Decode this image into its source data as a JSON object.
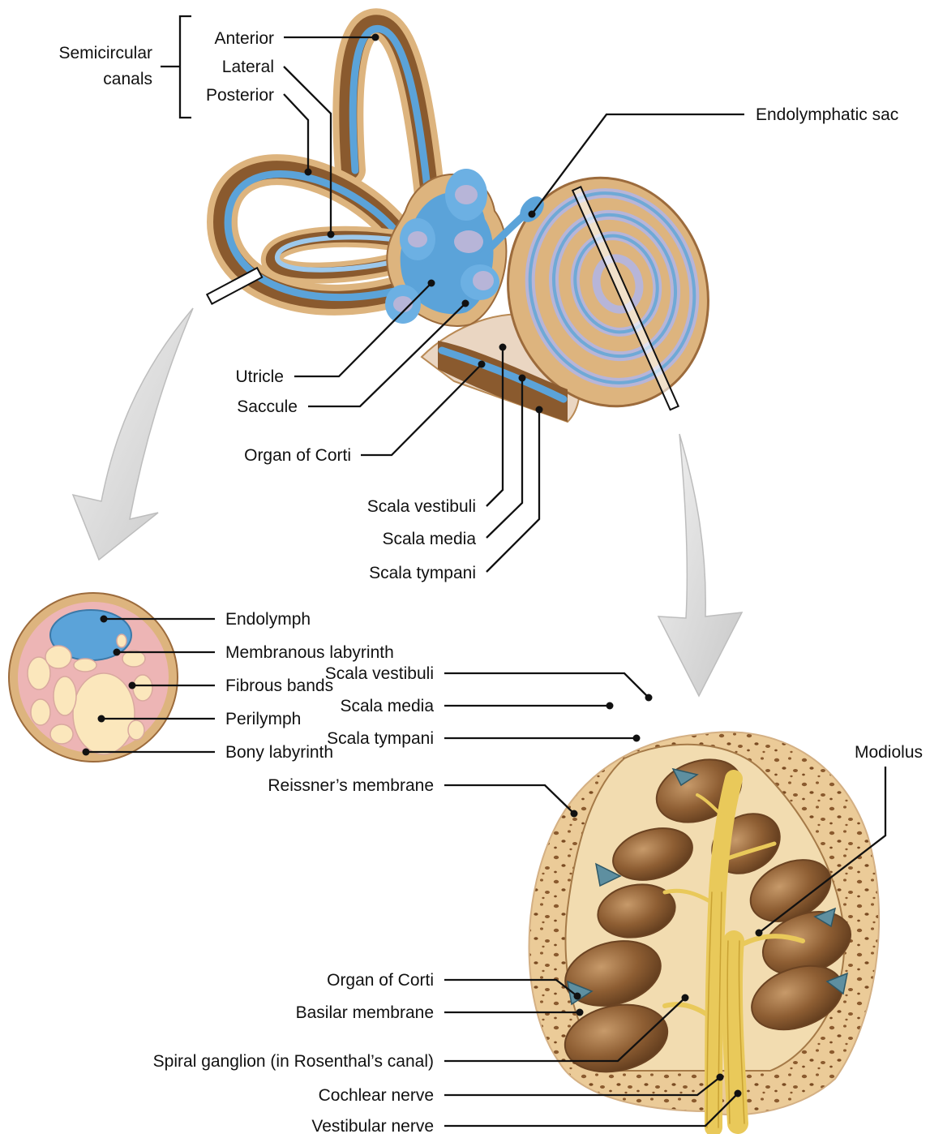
{
  "colors": {
    "endolymph_blue": "#5BA3D9",
    "bone_tan": "#DDB47E",
    "bone_dark": "#B98A55",
    "brown": "#8A5A2E",
    "perilymph_cream": "#FBE7BC",
    "pink": "#EDB5B5",
    "lavender": "#B7B5D8",
    "nerve_yellow": "#E9C95A"
  },
  "labels": {
    "semicircular": "Semicircular\ncanals",
    "anterior": "Anterior",
    "lateral": "Lateral",
    "posterior": "Posterior",
    "endolymphatic_sac": "Endolymphatic sac",
    "utricle": "Utricle",
    "saccule": "Saccule",
    "organ_corti_top": "Organ of Corti",
    "scala_vestibuli_top": "Scala vestibuli",
    "scala_media_top": "Scala media",
    "scala_tympani_top": "Scala tympani",
    "endolymph": "Endolymph",
    "membranous_labyrinth": "Membranous labyrinth",
    "fibrous_bands": "Fibrous bands",
    "perilymph": "Perilymph",
    "bony_labyrinth": "Bony labyrinth",
    "modiolus": "Modiolus",
    "scala_vestibuli_bottom": "Scala vestibuli",
    "scala_media_bottom": "Scala media",
    "scala_tympani_bottom": "Scala tympani",
    "reissners_membrane": "Reissner’s membrane",
    "organ_corti_bottom": "Organ of Corti",
    "basilar_membrane": "Basilar membrane",
    "spiral_ganglion": "Spiral ganglion (in Rosenthal’s canal)",
    "cochlear_nerve": "Cochlear nerve",
    "vestibular_nerve": "Vestibular nerve"
  }
}
